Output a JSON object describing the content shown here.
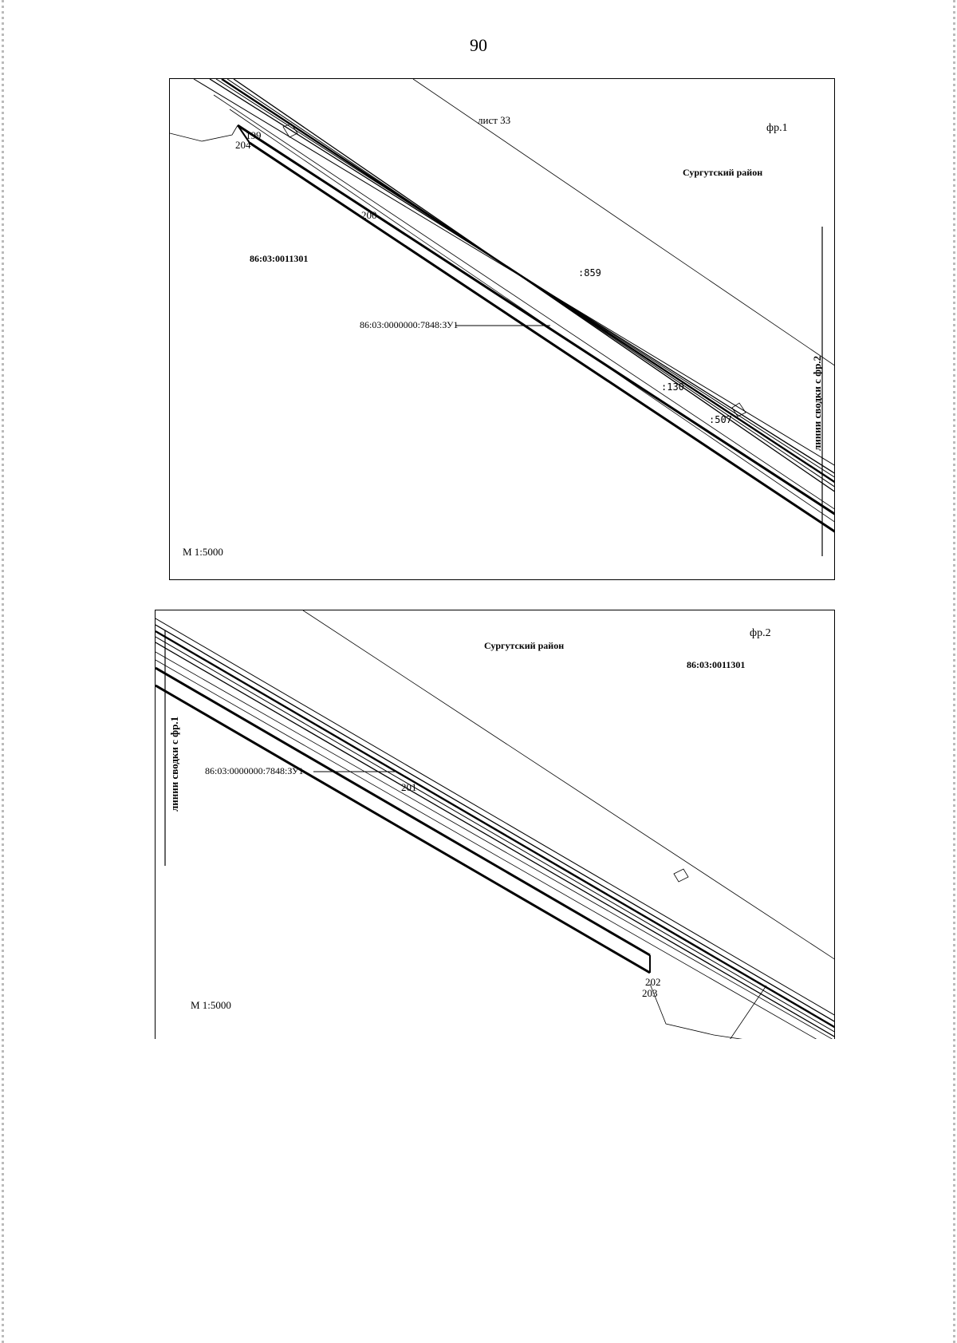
{
  "page": {
    "number": "90"
  },
  "fragment1": {
    "sheet": "лист 33",
    "fragment": "фр.1",
    "district": "Сургутский район",
    "quarter": "86:03:0011301",
    "parcel": "86:03:0000000:7848:ЗУ1",
    "points": [
      "199",
      "204",
      "200"
    ],
    "neighbors": [
      ":859",
      ":130",
      ":507"
    ],
    "tie_line": "линии сводки с фр.2",
    "scale": "М 1:5000"
  },
  "fragment2": {
    "fragment": "фр.2",
    "district": "Сургутский район",
    "quarter": "86:03:0011301",
    "parcel": "86:03:0000000:7848:ЗУ1",
    "points": [
      "201",
      "202",
      "203"
    ],
    "tie_line": "линии сводки с фр.1",
    "scale": "М 1:5000"
  }
}
